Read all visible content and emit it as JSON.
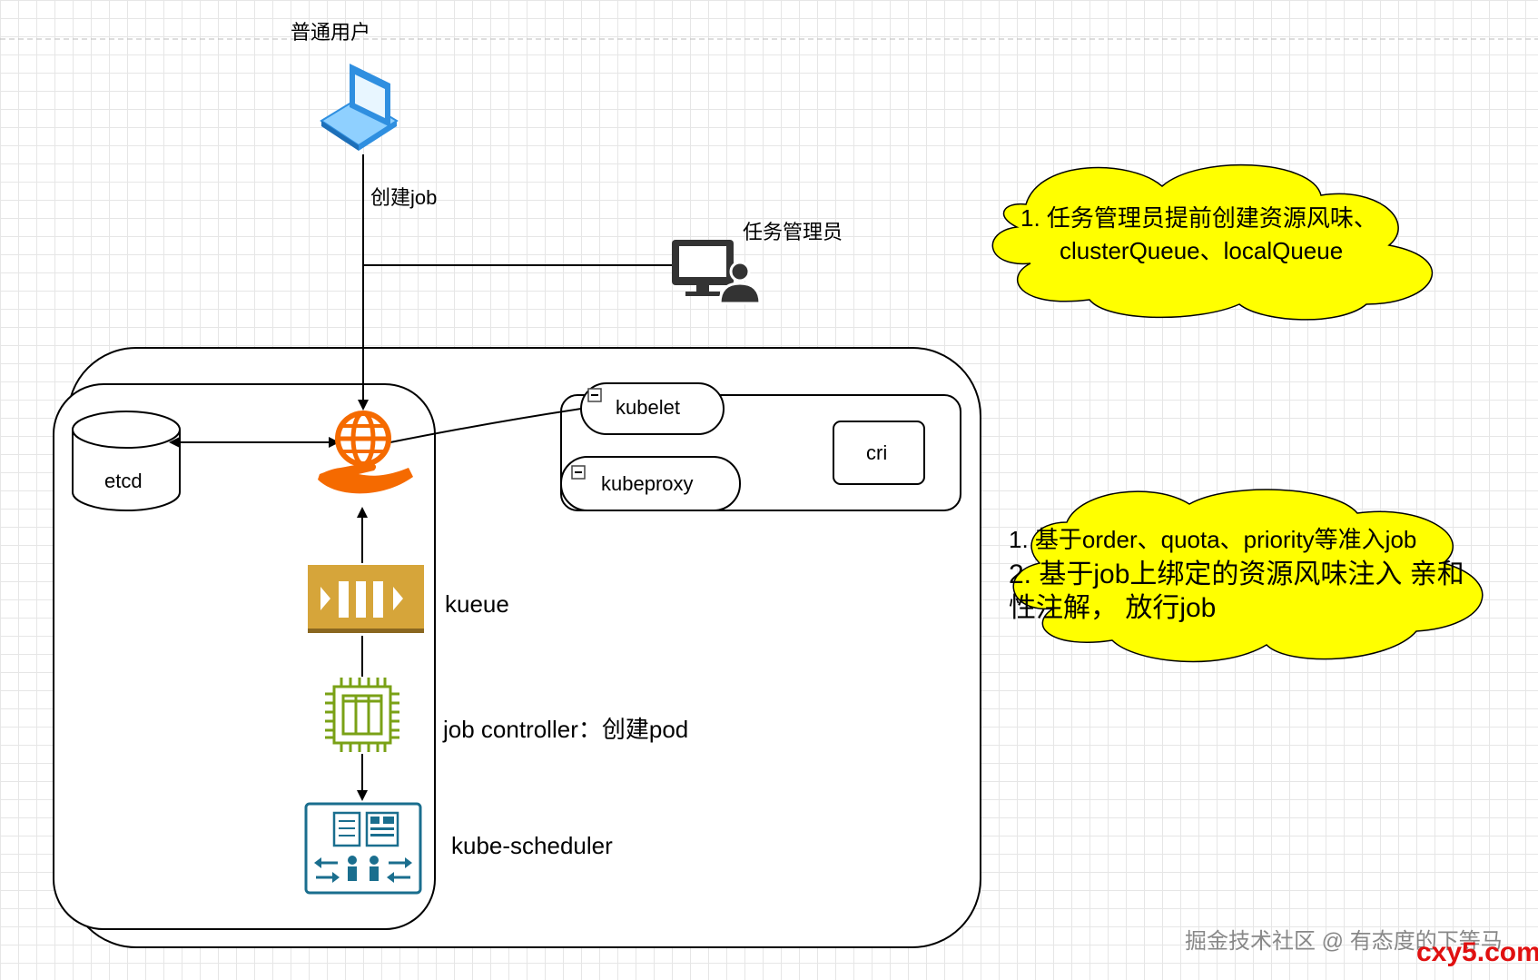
{
  "users": {
    "normal_user": "普通用户",
    "task_manager": "任务管理员"
  },
  "edges": {
    "create_job": "创建job"
  },
  "nodes": {
    "etcd": "etcd",
    "kubelet": "kubelet",
    "kubeproxy": "kubeproxy",
    "cri": "cri",
    "kueue": "kueue",
    "job_controller": "job controller：创建pod",
    "kube_scheduler": "kube-scheduler"
  },
  "notes": {
    "top_note_line1": "1. 任务管理员提前创建资源风味、",
    "top_note_line2": "clusterQueue、localQueue",
    "bottom_note_line1": "1. 基于order、quota、priority等准入job",
    "bottom_note_line2": "2. 基于job上绑定的资源风味注入 亲和",
    "bottom_note_line3": "性注解， 放行job"
  },
  "watermark": {
    "text": "掘金技术社区 @ 有态度的下等马",
    "site": "cxy5.com"
  },
  "colors": {
    "cloud_fill": "#ffff00",
    "apiserver_orange": "#f56a00",
    "kueue_gold": "#d6a53a",
    "chip_green": "#7aa116",
    "scheduler_teal": "#1a6e8e",
    "laptop_blue": "#2f8fe0",
    "admin_dark": "#333333"
  }
}
